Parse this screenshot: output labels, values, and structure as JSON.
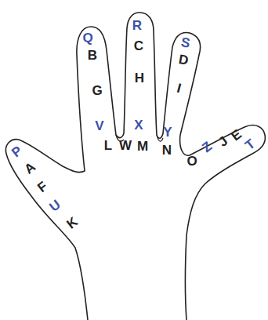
{
  "diagram": {
    "labels": [
      "P",
      "A",
      "F",
      "U",
      "K",
      "Q",
      "B",
      "G",
      "V",
      "L",
      "W",
      "M",
      "R",
      "C",
      "H",
      "X",
      "S",
      "D",
      "I",
      "Y",
      "N",
      "O",
      "Z",
      "J",
      "E",
      "T"
    ]
  }
}
